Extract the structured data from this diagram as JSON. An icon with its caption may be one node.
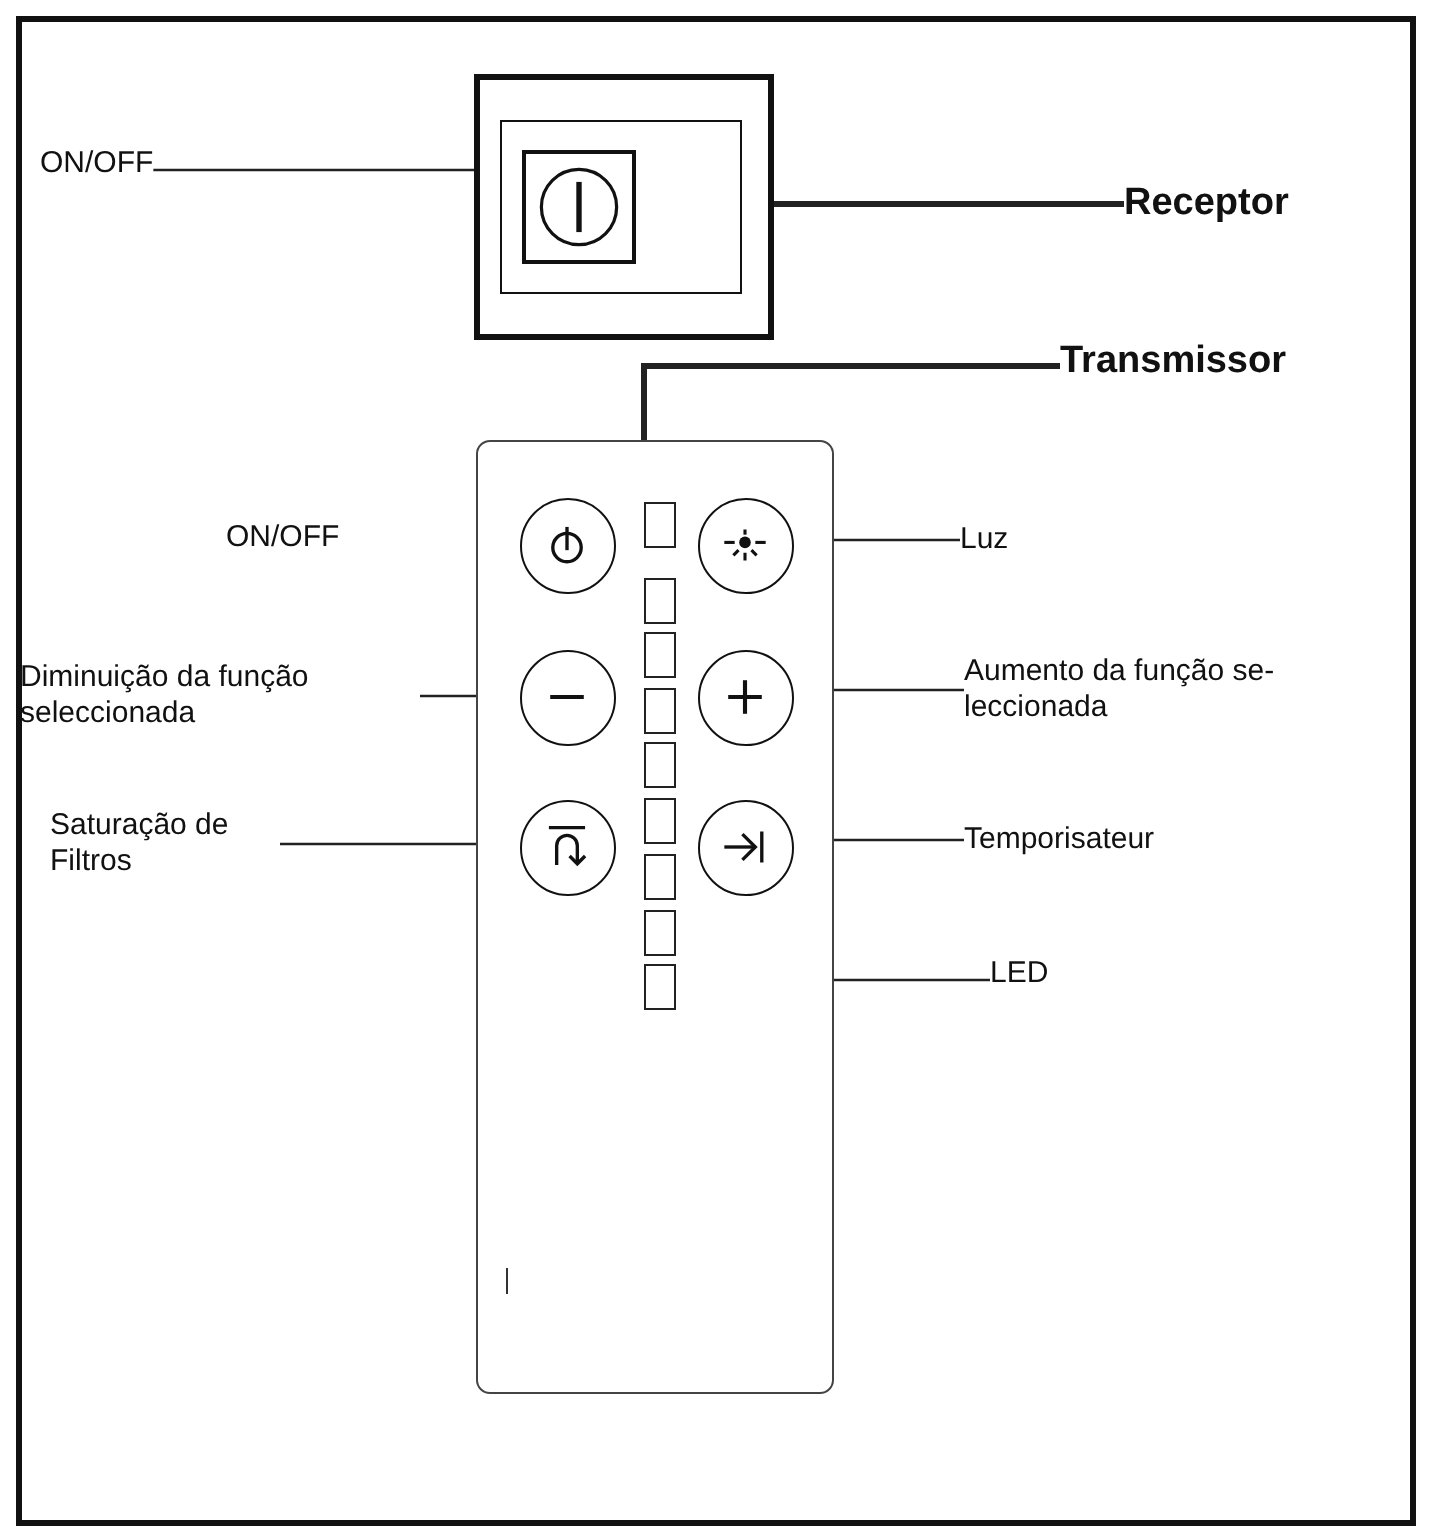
{
  "diagram": {
    "nodes": [
      {
        "text": [
          "ON/OFF"
        ]
      },
      {
        "text": [],
        "shape": "box"
      },
      {
        "text": [
          "Receptor"
        ]
      },
      {
        "text": [
          "Transmissor"
        ]
      },
      {
        "text": [],
        "shape": "box"
      },
      {
        "text": [
          "Luz"
        ]
      },
      {
        "text": [],
        "shape": "circle",
        "in": 4
      },
      {
        "text": [
          "Diminuição da função seleccionada"
        ]
      },
      {
        "text": [],
        "shape": "circle",
        "in": 4
      },
      {
        "text": [
          "Aumento da função se- leccionada"
        ]
      },
      {
        "text": [],
        "shape": "circle",
        "in": 4
      },
      {
        "text": [
          "Saturação de Filtros"
        ]
      },
      {
        "text": [],
        "shape": "circle",
        "in": 4
      },
      {
        "text": [
          "Temporisateur"
        ]
      },
      {
        "text": [],
        "shape": "circle",
        "in": 4
      },
      {
        "text": [
          "LED"
        ]
      },
      {
        "text": [],
        "shape": "box",
        "in": 4
      },
      {
        "text": [],
        "shape": "circle",
        "in": 4
      },
      {
        "text": [],
        "shape": "box",
        "in": 4
      },
      {
        "text": [],
        "shape": "box",
        "in": 4
      },
      {
        "text": [],
        "shape": "box",
        "in": 4
      },
      {
        "text": [],
        "shape": "box",
        "in": 4
      },
      {
        "text": [],
        "shape": "box",
        "in": 4
      },
      {
        "text": [],
        "shape": "box",
        "in": 4
      },
      {
        "text": [],
        "shape": "box",
        "in": 4
      },
      {
        "text": [],
        "shape": "box",
        "in": 4
      }
    ],
    "edges": [
      {
        "from": 0,
        "to": 1,
        "arrow": "none"
      },
      {
        "from": 2,
        "to": 1,
        "arrow": "none",
        "style": "thick"
      },
      {
        "from": 3,
        "to": 4,
        "arrow": "none",
        "style": "thick"
      },
      {
        "from": 5,
        "to": 6,
        "arrow": "none"
      },
      {
        "from": 7,
        "to": 8,
        "arrow": "none"
      },
      {
        "from": 9,
        "to": 10,
        "arrow": "none"
      },
      {
        "from": 11,
        "to": 12,
        "arrow": "none"
      },
      {
        "from": 13,
        "to": 14,
        "arrow": "none"
      },
      {
        "from": 15,
        "to": 16,
        "arrow": "none"
      }
    ],
    "labels": [
      "ON/OFF"
    ]
  }
}
